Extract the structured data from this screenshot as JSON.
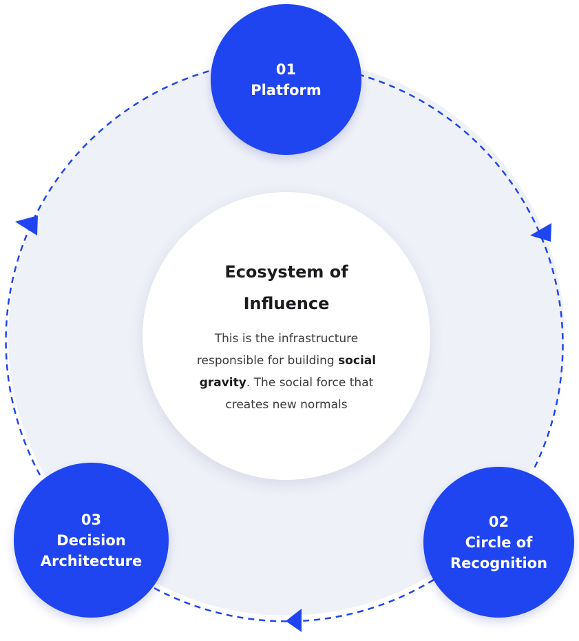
{
  "colors": {
    "accent": "#1f45f0",
    "ring_fill": "#eff1f9",
    "dashed_line": "#1f45f0",
    "center_card": "#ffffff",
    "title_text": "#1b1b1f",
    "body_text": "#3b3b3f"
  },
  "nodes": {
    "platform": {
      "number": "01",
      "label_lines": [
        "Platform"
      ]
    },
    "recognition": {
      "number": "02",
      "label_lines": [
        "Circle of",
        "Recognition"
      ]
    },
    "decision": {
      "number": "03",
      "label_lines": [
        "Decision",
        "Architecture"
      ]
    }
  },
  "center": {
    "title": "Ecosystem of Influence",
    "body_before": "This is the infrastructure responsible for building ",
    "body_bold": "social gravity",
    "body_after": ". The social force that creates new normals"
  },
  "arrows": [
    {
      "name": "arrow-platform-to-recognition",
      "direction": "clockwise"
    },
    {
      "name": "arrow-recognition-to-decision",
      "direction": "clockwise"
    },
    {
      "name": "arrow-decision-to-platform",
      "direction": "clockwise"
    }
  ]
}
